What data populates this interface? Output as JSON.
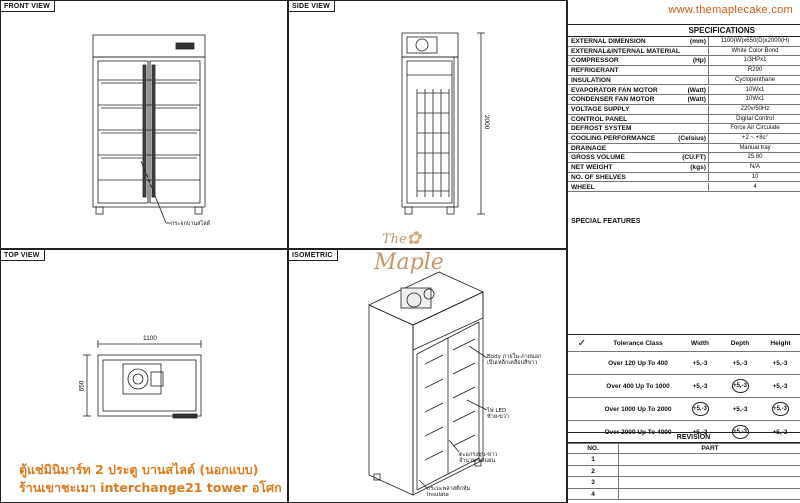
{
  "panels": {
    "front": "FRONT VIEW",
    "side": "SIDE VIEW",
    "top": "TOP VIEW",
    "iso": "ISOMETRIC"
  },
  "dims": {
    "height": "2000",
    "width": "1100",
    "depth": "650"
  },
  "callouts": {
    "front_door": "กระจกบานสไลด์",
    "body": "Body ภายใน-ภายนอก",
    "body2": "เป็นเหล็กเคลือบสีขาว",
    "led": "ไฟ LED",
    "led2": "ซ้าย-ขวา",
    "shelf": "ตะแกรงชุบ-ขาว",
    "shelf2": "จำนวน 10แผ่น",
    "insulate": "กระบะพลาสติกหุ้ม",
    "insulate2": "Insulate"
  },
  "brand": {
    "url": "www.themaplecake.com",
    "watermark_top": "The",
    "watermark_main": "Maple"
  },
  "spec": {
    "title": "SPECIFICATIONS",
    "rows": [
      {
        "label": "EXTERNAL DIMENSION",
        "unit": "(mm)",
        "value": "1100(W)x650(D)x2000(H)"
      },
      {
        "label": "EXTERNAL&INTERNAL  MATERIAL",
        "unit": "",
        "value": "White Color Bond"
      },
      {
        "label": "COMPRESSOR",
        "unit": "(Hp)",
        "value": "1/3HPx1"
      },
      {
        "label": "REFRIGERANT",
        "unit": "",
        "value": "R290"
      },
      {
        "label": "INSULATION",
        "unit": "",
        "value": "Cyclopenthane"
      },
      {
        "label": "EVAPORATOR FAN MOTOR",
        "unit": "(Watt)",
        "value": "10Wx1"
      },
      {
        "label": "CONDENSER FAN MOTOR",
        "unit": "(Watt)",
        "value": "10Wx1"
      },
      {
        "label": "VOLTAGE SUPPLY",
        "unit": "",
        "value": "220v/50Hz"
      },
      {
        "label": "CONTROL PANEL",
        "unit": "",
        "value": "Digital Control"
      },
      {
        "label": "DEFROST SYSTEM",
        "unit": "",
        "value": "Force Air Circulate"
      },
      {
        "label": "COOLING PERFORMANCE",
        "unit": "(Celsius)",
        "value": "+2 ~ +8c°"
      },
      {
        "label": "DRAINAGE",
        "unit": "",
        "value": "Manual tray"
      },
      {
        "label": "GROSS VOLUME",
        "unit": "(CU.FT)",
        "value": "25.60"
      },
      {
        "label": "NET WEIGHT",
        "unit": "(kgs)",
        "value": "N/A"
      },
      {
        "label": "NO. OF SHELVES",
        "unit": "",
        "value": "10"
      },
      {
        "label": "WHEEL",
        "unit": "",
        "value": "4"
      }
    ],
    "special": "SPECIAL FEATURES"
  },
  "tolerance": {
    "check": "✓",
    "header": [
      "Tolerance Class",
      "Width",
      "Depth",
      "Height"
    ],
    "rows": [
      {
        "cls": "Over 120 Up To 400",
        "w": "+5,-3",
        "d": "+5,-3",
        "h": "+5,-3"
      },
      {
        "cls": "Over 400 Up To 1000",
        "w": "+5,-3",
        "d": "+5,-3",
        "h": "+5,-3"
      },
      {
        "cls": "Over 1000 Up To 2000",
        "w": "+5,-3",
        "d": "+5,-3",
        "h": "+5,-3"
      },
      {
        "cls": "Over 2000 Up To 4000",
        "w": "+5,-3",
        "d": "+5,-3",
        "h": "+5,-3"
      }
    ]
  },
  "revision": {
    "title": "REVISION",
    "no_label": "NO.",
    "part_label": "PART",
    "nos": [
      "1",
      "2",
      "3",
      "4"
    ]
  },
  "caption": {
    "line1": "ตู้แช่มินิมาร์ท 2 ประตู บานสไลด์ (นอกแบบ)",
    "line2": "ร้านเขาชะเมา interchange21 tower อโศก"
  }
}
